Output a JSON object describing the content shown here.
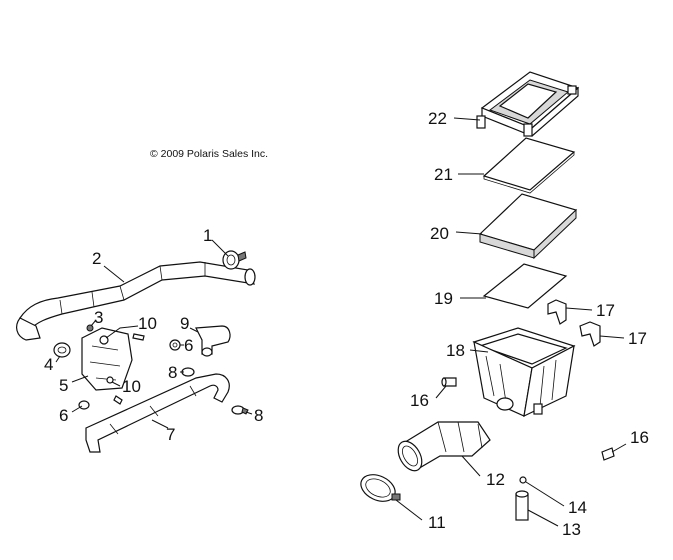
{
  "copyright": "© 2009 Polaris Sales Inc.",
  "callouts": {
    "c1": "1",
    "c2": "2",
    "c3": "3",
    "c4": "4",
    "c5": "5",
    "c6a": "6",
    "c6b": "6",
    "c7": "7",
    "c8a": "8",
    "c8b": "8",
    "c9": "9",
    "c10a": "10",
    "c10b": "10",
    "c11": "11",
    "c12": "12",
    "c13": "13",
    "c14": "14",
    "c16a": "16",
    "c16b": "16",
    "c17a": "17",
    "c17b": "17",
    "c18": "18",
    "c19": "19",
    "c20": "20",
    "c21": "21",
    "c22": "22"
  }
}
